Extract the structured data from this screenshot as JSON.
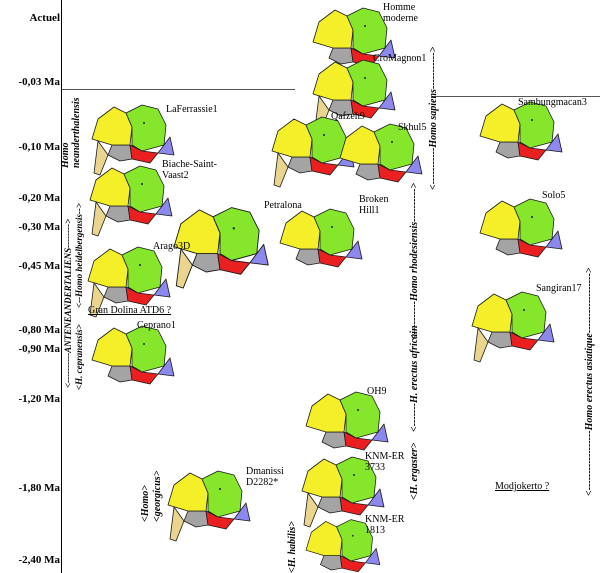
{
  "time_axis": [
    "Actuel",
    "-0,03 Ma",
    "-0,10 Ma",
    "-0,20 Ma",
    "-0,30 Ma",
    "-0,45 Ma",
    "-0,80 Ma",
    "-0,90 Ma",
    "-1,20 Ma",
    "-1,80 Ma",
    "-2,40 Ma"
  ],
  "specimens": {
    "homme_moderne": "Homme\nmoderne",
    "cromagnon": "CroMagnon1",
    "lafarrassie": "LaFerrassie1",
    "qafzeh": "Qafzeh9",
    "skhul": "Skhul5",
    "sambungmacan": "Sambungmacan3",
    "biache": "Biache-Saint-\nVaast2",
    "petralona": "Petralona",
    "broken_hill": "Broken\nHill1",
    "solo": "Solo5",
    "arago": "Arago3D",
    "sangiran": "Sangiran17",
    "ceprano": "Ceprano1",
    "oh9": "OH9",
    "knm_er_3733": "KNM-ER\n3733",
    "dmanissi": "Dmanissi\nD2282*",
    "knm_er_1813": "KNM-ER\n1813"
  },
  "notes": {
    "gran_dolina": "Gran Dolina ATD6 ?",
    "modjokerto": "Modjokerto ?"
  },
  "taxa": {
    "neanderthalensis": "Homo\nneanderthalensis",
    "anteneandertaliens": "<----------ANTENEANDERTALIENS-------->",
    "heidelbergensis": "<--Homo heidelbergensis-->",
    "cepranensis": "<H. cepranensis>",
    "sapiens": "<-----------Homo sapiens----------->",
    "rhodesiensis": "<----------Homo rhodesiensis---------->",
    "erectus_africain": "<-------H. erectus africain",
    "ergaster": "<H. ergaster>",
    "habilis": "<H. habilis>",
    "georgicus": "<Homo>\n<georgicus>",
    "erectus_asiatique": "<------------------Homo erectus asiatique------------------>"
  },
  "colors": {
    "yellow": "#f5ef2a",
    "green": "#86e62c",
    "red": "#ea2020",
    "blue": "#8c88ee",
    "grey": "#a4a4a4",
    "tan": "#e9d58e",
    "outline": "#1a1a1a"
  }
}
